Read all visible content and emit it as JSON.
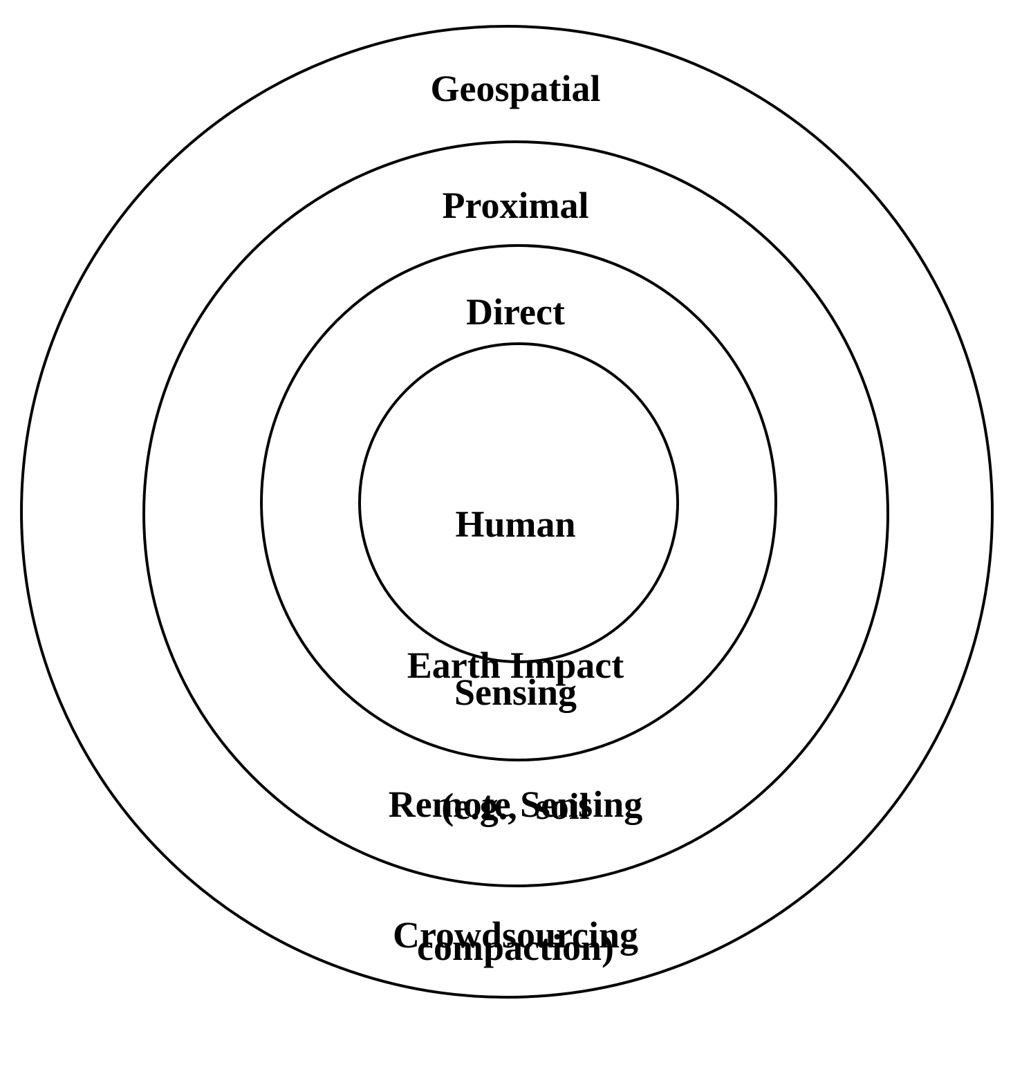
{
  "diagram": {
    "layers": [
      {
        "id": "geospatial",
        "label": "Geospatial"
      },
      {
        "id": "proximal",
        "label": "Proximal"
      },
      {
        "id": "direct",
        "label": "Direct"
      },
      {
        "id": "sensing",
        "label": "Sensing"
      },
      {
        "id": "remote_sensing",
        "label": "Remote Sensing"
      },
      {
        "id": "crowdsourcing",
        "label": "Crowdsourcing"
      }
    ],
    "core": {
      "line1": "Human",
      "line2": "Earth Impact",
      "line3": "(e.g.,  soil",
      "line4": "compaction)"
    }
  }
}
